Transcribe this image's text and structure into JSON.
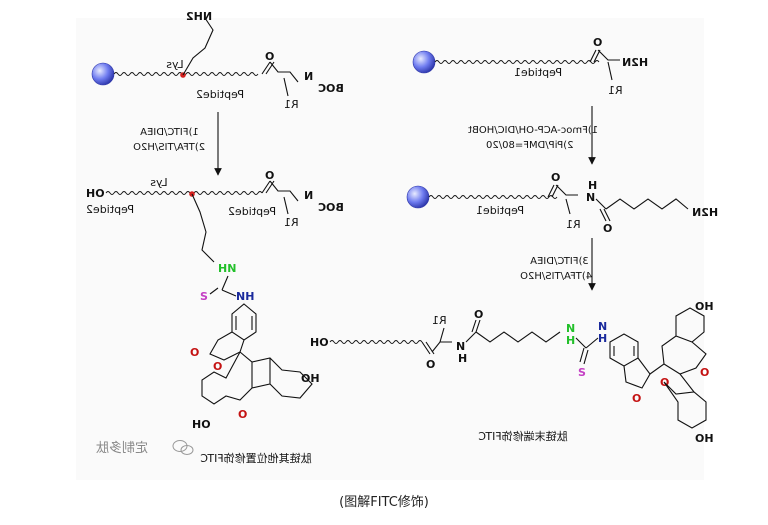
{
  "labels": {
    "nh2": "NH2",
    "lys": "Lys",
    "boc": "BOC",
    "n": "N",
    "r1": "R1",
    "o": "O",
    "ho": "HO",
    "oh": "OH",
    "h": "H",
    "nh": "NH",
    "hn": "HN",
    "s": "S",
    "h2n": "H2N",
    "peptide1": "Peptide1",
    "peptide2": "Peptide2"
  },
  "conditions": {
    "left_1": "1)FITC/DIEA",
    "left_2": "2)TFA/TIS/H2O",
    "right_1": "1)Fmoc-ACP-OH/DIC/HOBt",
    "right_2": "2)PiP/DMF=80/20",
    "right_3": "3)FITC/DIEA",
    "right_4": "4)TFA/TIS/H2O"
  },
  "captions": {
    "left": "肽链其他位置修饰FITC",
    "right": "肽链末端修饰FITC",
    "figure": "(图解FITC修饰)",
    "watermark": "定制多肽"
  },
  "colors": {
    "resin": "#6f7cf0",
    "lys_dot": "#d4201e",
    "n_blue": "#1a2a9c",
    "n_green": "#22c02a",
    "s_pink": "#c43fc4",
    "o_red": "#c41212"
  },
  "icons": {
    "resin": "resin-bead-icon",
    "watermark": "wechat-logo-icon"
  }
}
